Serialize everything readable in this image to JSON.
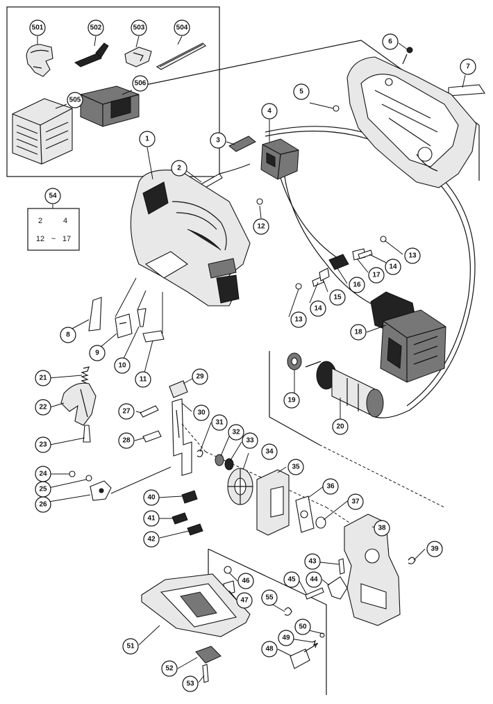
{
  "callouts": [
    "1",
    "2",
    "3",
    "4",
    "5",
    "6",
    "7",
    "8",
    "9",
    "10",
    "11",
    "12",
    "13",
    "14",
    "15",
    "16",
    "17",
    "18",
    "19",
    "20",
    "21",
    "22",
    "23",
    "24",
    "25",
    "26",
    "27",
    "28",
    "29",
    "30",
    "31",
    "32",
    "33",
    "34",
    "35",
    "36",
    "37",
    "38",
    "39",
    "40",
    "41",
    "42",
    "43",
    "44",
    "45",
    "46",
    "47",
    "48",
    "49",
    "50",
    "51",
    "52",
    "53",
    "54",
    "55",
    "501",
    "502",
    "503",
    "504",
    "505",
    "506"
  ],
  "kit54": {
    "a": "2",
    "b": "4",
    "c": "12",
    "sep": "~",
    "d": "17"
  }
}
